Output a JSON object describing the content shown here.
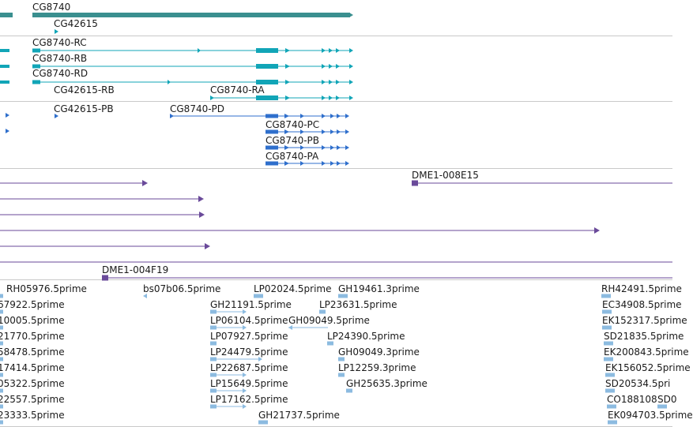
{
  "colors": {
    "gene": "#3a8f8f",
    "mrna_rna": "#11a5b7",
    "protein": "#2f6fcc",
    "clone": "#6a4a9a",
    "est": "#8cbbe0",
    "separator": "#c9c9c9"
  },
  "tracks": {
    "gene_track": {
      "labels": [
        "CG8740",
        "CG42615"
      ]
    },
    "transcript_track": {
      "labels": [
        "CG8740-RC",
        "CG8740-RB",
        "CG8740-RD",
        "CG42615-RB",
        "CG8740-RA"
      ]
    },
    "protein_track": {
      "labels": [
        "CG42615-PB",
        "CG8740-PD",
        "CG8740-PC",
        "CG8740-PB",
        "CG8740-PA"
      ]
    },
    "clone_track": {
      "labels": [
        "DME1-008E15",
        "DME1-004F19"
      ]
    },
    "est_track": {
      "labels": [
        "RH05976.5prime",
        "bs07b06.5prime",
        "LP02024.5prime",
        "GH19461.3prime",
        "RH42491.5prime",
        "67922.5prime",
        "GH21191.5prime",
        "LP23631.5prime",
        "EC34908.5prime",
        "10005.5prime",
        "LP06104.5prime",
        "GH09049.5prime",
        "EK152317.5prime",
        "21770.5prime",
        "LP07927.5prime",
        "LP24390.5prime",
        "SD21835.5prime",
        "58478.5prime",
        "LP24479.5prime",
        "GH09049.3prime",
        "EK200843.5prime",
        "17414.5prime",
        "LP22687.5prime",
        "LP12259.3prime",
        "EK156052.5prime",
        "05322.5prime",
        "LP15649.5prime",
        "GH25635.3prime",
        "SD20534.5pri",
        "22557.5prime",
        "LP17162.5prime",
        "CO188108",
        "SD0",
        "23333.5prime",
        "GH21737.5prime",
        "EK094703.5prime"
      ]
    }
  }
}
